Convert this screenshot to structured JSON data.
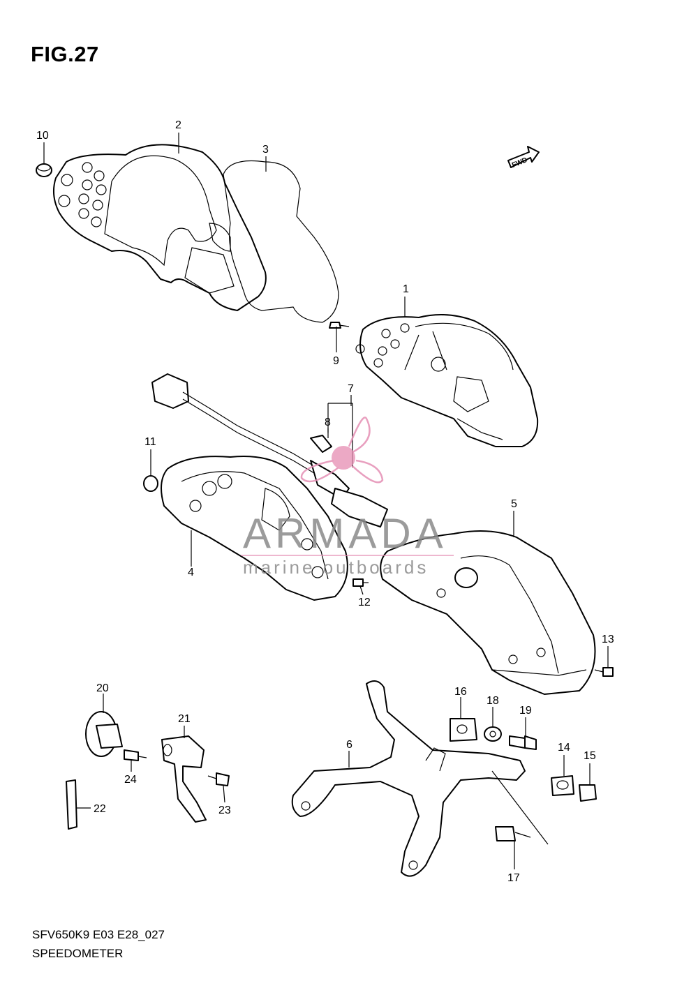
{
  "figure": {
    "title": "FIG.27",
    "model_code": "SFV650K9 E03 E28_027",
    "name": "SPEEDOMETER",
    "fwd_arrow": "FWD"
  },
  "callouts": [
    "1",
    "2",
    "3",
    "4",
    "5",
    "6",
    "7",
    "8",
    "9",
    "10",
    "11",
    "12",
    "13",
    "14",
    "15",
    "16",
    "17",
    "18",
    "19",
    "20",
    "21",
    "22",
    "23",
    "24"
  ],
  "watermark": {
    "brand": "ARMADA",
    "tagline": "marine outboards",
    "color": "#e58fb4"
  }
}
